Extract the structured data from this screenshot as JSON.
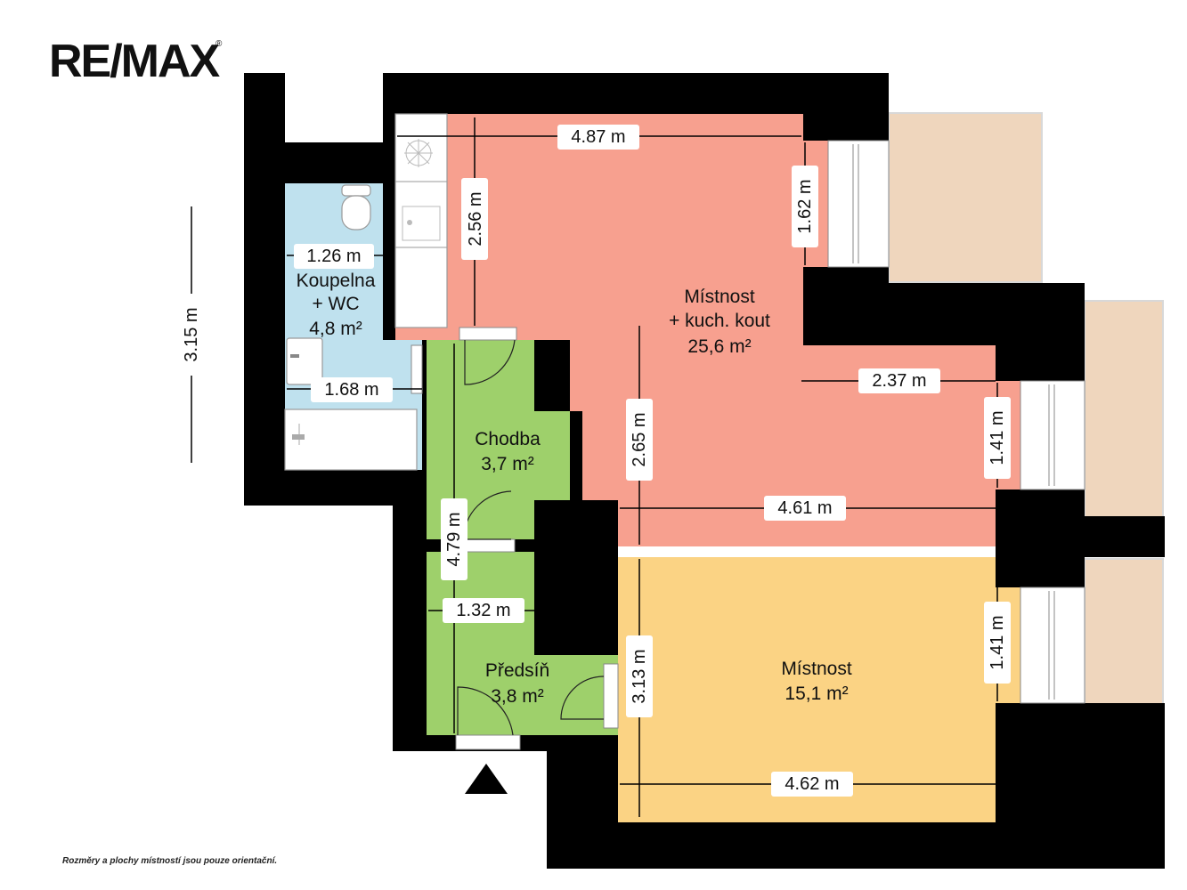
{
  "logo": {
    "text": "RE/MAX",
    "mark": "®"
  },
  "note": "Rozměry a plochy místností jsou pouze orientační.",
  "colors": {
    "wall": "#000000",
    "bathroom": "#bfe1ee",
    "living": "#f7a08f",
    "hall": "#9ed06b",
    "room": "#fbd384",
    "balcony": "#efd6bd"
  },
  "rooms": {
    "bathroom": {
      "name_line1": "Koupelna",
      "name_line2": "+ WC",
      "area": "4,8 m²"
    },
    "living": {
      "name_line1": "Místnost",
      "name_line2": "+ kuch. kout",
      "area": "25,6 m²"
    },
    "corridor": {
      "name": "Chodba",
      "area": "3,7 m²"
    },
    "hallway": {
      "name": "Předsíň",
      "area": "3,8 m²"
    },
    "room": {
      "name": "Místnost",
      "area": "15,1 m²"
    }
  },
  "dimensions": {
    "living_top_width": "4.87 m",
    "living_kitchen_height": "2.56 m",
    "window_top": "1.62 m",
    "bath_width_upper": "1.26 m",
    "bath_width_lower": "1.68 m",
    "total_left_height": "3.15 m",
    "living_right_width": "2.37 m",
    "window_mid": "1.41 m",
    "living_height": "2.65 m",
    "living_bottom_width": "4.61 m",
    "hall_height": "4.79 m",
    "hallway_width": "1.32 m",
    "room_height": "3.13 m",
    "window_room": "1.41 m",
    "room_width": "4.62 m"
  },
  "icons": {
    "entrance": "entrance-arrow-icon",
    "toilet": "toilet-icon",
    "sink": "sink-icon",
    "stove": "stove-icon",
    "bathtub": "bathtub-icon"
  }
}
